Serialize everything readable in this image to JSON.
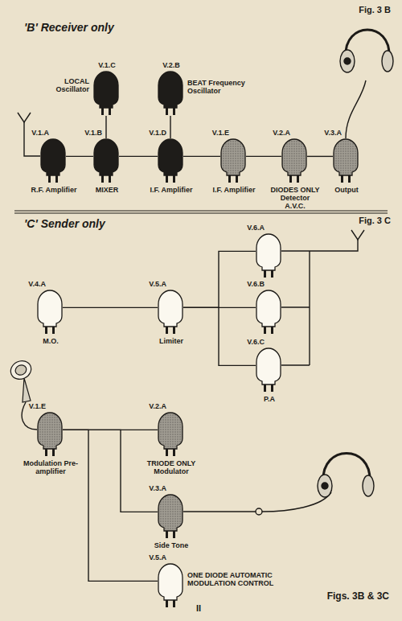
{
  "diagram": {
    "caption": "Figs. 3B & 3C",
    "nodes": [
      {
        "text": [
          "V.1.A",
          "R.F. Amplifier"
        ]
      },
      {
        "text": [
          "V.1.B",
          "MIXER"
        ]
      },
      {
        "text": [
          "V.1.C",
          "LOCAL Oscillator"
        ]
      },
      {
        "text": [
          "V.2.B",
          "BEAT Frequency Oscillator"
        ]
      },
      {
        "text": [
          "V.1.D",
          "I.F. Amplifier"
        ]
      },
      {
        "text": [
          "V.1.E",
          "I.F. Amplifier"
        ]
      },
      {
        "text": [
          "V.2.A",
          "DIODES ONLY Detector A.V.C."
        ]
      },
      {
        "text": [
          "V.3.A",
          "Output"
        ]
      },
      {
        "text": [
          "V.4.A",
          "M.O."
        ]
      },
      {
        "text": [
          "V.5.A",
          "Limiter"
        ]
      },
      {
        "text": [
          "V.6.A"
        ]
      },
      {
        "text": [
          "V.6.B"
        ]
      },
      {
        "text": [
          "V.6.C",
          "P.A"
        ]
      },
      {
        "text": [
          "V.1.E",
          "Modulation Pre-amplifier"
        ]
      },
      {
        "text": [
          "V.2.A",
          "TRIODE ONLY Modulator"
        ]
      },
      {
        "text": [
          "V.3.A",
          "Side Tone"
        ]
      },
      {
        "text": [
          "V.5.A",
          "ONE DIODE AUTOMATIC MODULATION CONTROL"
        ]
      }
    ],
    "edges": [
      {
        "from": 0,
        "to": 1,
        "arrow": "none"
      },
      {
        "from": 1,
        "to": 4,
        "arrow": "none"
      },
      {
        "from": 4,
        "to": 5,
        "arrow": "none"
      },
      {
        "from": 5,
        "to": 6,
        "arrow": "none"
      },
      {
        "from": 6,
        "to": 7,
        "arrow": "none"
      },
      {
        "from": 2,
        "to": 1,
        "arrow": "none"
      },
      {
        "from": 3,
        "to": 4,
        "arrow": "none"
      },
      {
        "from": 8,
        "to": 9,
        "arrow": "none"
      },
      {
        "from": 9,
        "to": 10,
        "arrow": "none"
      },
      {
        "from": 9,
        "to": 11,
        "arrow": "none"
      },
      {
        "from": 9,
        "to": 12,
        "arrow": "none"
      },
      {
        "from": 13,
        "to": 14,
        "arrow": "none"
      },
      {
        "from": 13,
        "to": 15,
        "arrow": "none"
      },
      {
        "from": 13,
        "to": 16,
        "arrow": "none"
      }
    ],
    "labels": [
      "Fig. 3 B",
      "'B' Receiver only",
      "'C' Sender only",
      "Fig. 3 C",
      "II"
    ]
  }
}
